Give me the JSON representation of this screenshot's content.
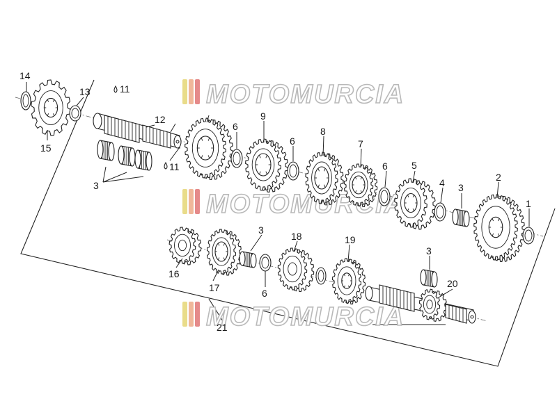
{
  "watermark": {
    "text": "MOTOMURCIA",
    "stripe_colors": [
      "#e9dc8a",
      "#f0b79a",
      "#e58a8a"
    ]
  },
  "labels": {
    "p14": "14",
    "p13": "13",
    "p11a": "11",
    "p12": "12",
    "p15": "15",
    "p11b": "11",
    "p3a": "3",
    "p6a": "6",
    "p9": "9",
    "p6b": "6",
    "p8": "8",
    "p7": "7",
    "p6c": "6",
    "p5": "5",
    "p4": "4",
    "p3b": "3",
    "p2": "2",
    "p1": "1",
    "p3c": "3",
    "p18": "18",
    "p19": "19",
    "p16": "16",
    "p17": "17",
    "p6d": "6",
    "p3d": "3",
    "p20": "20",
    "p21": "21"
  }
}
